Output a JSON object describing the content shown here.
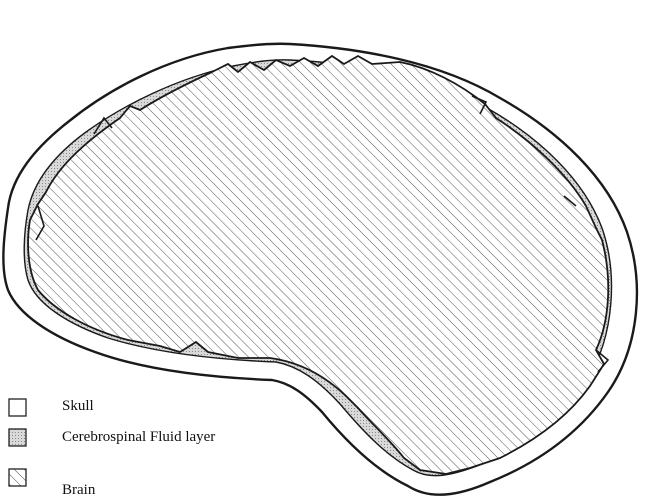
{
  "legend": {
    "items": [
      {
        "label": "Skull",
        "fill": "plain"
      },
      {
        "label": "Cerebrospinal Fluid layer",
        "fill": "dotted"
      },
      {
        "label": "Brain",
        "fill": "hatched"
      }
    ]
  },
  "colors": {
    "outline": "#1a1a1a",
    "csf_fill": "#cfcfcf",
    "hatch": "#555555",
    "background": "#ffffff"
  }
}
